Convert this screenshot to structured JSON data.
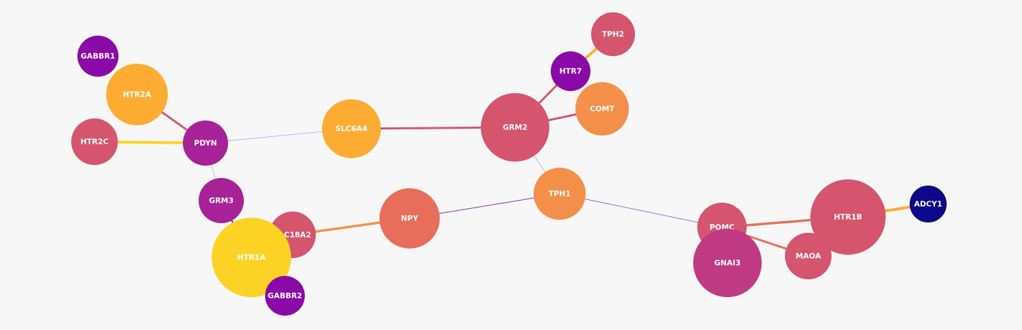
{
  "graph": {
    "background": "#f7f7f7",
    "nodes": [
      {
        "id": "GABBR1",
        "label": "GABBR1",
        "color": "#8a0aa7"
      },
      {
        "id": "HTR2A",
        "label": "HTR2A",
        "color": "#fdac33"
      },
      {
        "id": "HTR2C",
        "label": "HTR2C",
        "color": "#d5546e"
      },
      {
        "id": "PDYN",
        "label": "PDYN",
        "color": "#a72197"
      },
      {
        "id": "GRM3",
        "label": "GRM3",
        "color": "#a72197"
      },
      {
        "id": "SLC18A2",
        "label": "SLC18A2",
        "color": "#d5546e"
      },
      {
        "id": "HTR1A",
        "label": "HTR1A",
        "color": "#fcd225"
      },
      {
        "id": "GABBR2",
        "label": "GABBR2",
        "color": "#8a0aa7"
      },
      {
        "id": "SLC6A4",
        "label": "SLC6A4",
        "color": "#fdac33"
      },
      {
        "id": "NPY",
        "label": "NPY",
        "color": "#e76e5b"
      },
      {
        "id": "GRM2",
        "label": "GRM2",
        "color": "#d5546e"
      },
      {
        "id": "HTR7",
        "label": "HTR7",
        "color": "#8a0aa7"
      },
      {
        "id": "TPH2",
        "label": "TPH2",
        "color": "#d5546e"
      },
      {
        "id": "COMT",
        "label": "COMT",
        "color": "#f48f49"
      },
      {
        "id": "TPH1",
        "label": "TPH1",
        "color": "#f48f49"
      },
      {
        "id": "POMC",
        "label": "POMC",
        "color": "#d5546e"
      },
      {
        "id": "GNAI3",
        "label": "GNAI3",
        "color": "#c03a83"
      },
      {
        "id": "MAOA",
        "label": "MAOA",
        "color": "#d5546e"
      },
      {
        "id": "HTR1B",
        "label": "HTR1B",
        "color": "#d5546e"
      },
      {
        "id": "ADCY1",
        "label": "ADCY1",
        "color": "#0d0887"
      }
    ],
    "edges": [
      {
        "source": "HTR2A",
        "target": "PDYN",
        "color": "#d5546e"
      },
      {
        "source": "HTR2C",
        "target": "PDYN",
        "color": "#fcd225"
      },
      {
        "source": "PDYN",
        "target": "SLC6A4",
        "color": "#a9a2d8"
      },
      {
        "source": "PDYN",
        "target": "GRM3",
        "color": "#b8c0dc"
      },
      {
        "source": "GRM3",
        "target": "HTR1A",
        "color": "#5c1a8a"
      },
      {
        "source": "SLC18A2",
        "target": "NPY",
        "color": "#f48f49"
      },
      {
        "source": "SLC6A4",
        "target": "GRM2",
        "color": "#d5546e"
      },
      {
        "source": "GRM2",
        "target": "HTR7",
        "color": "#d5546e"
      },
      {
        "source": "HTR7",
        "target": "TPH2",
        "color": "#fdac33"
      },
      {
        "source": "GRM2",
        "target": "COMT",
        "color": "#d5546e"
      },
      {
        "source": "GRM2",
        "target": "TPH1",
        "color": "#b8c0dc"
      },
      {
        "source": "NPY",
        "target": "TPH1",
        "color": "#7a2bb0"
      },
      {
        "source": "TPH1",
        "target": "POMC",
        "color": "#6a4bc0"
      },
      {
        "source": "POMC",
        "target": "HTR1B",
        "color": "#e76e5b"
      },
      {
        "source": "POMC",
        "target": "MAOA",
        "color": "#e76e5b"
      },
      {
        "source": "HTR1B",
        "target": "ADCY1",
        "color": "#fdac33"
      }
    ]
  }
}
